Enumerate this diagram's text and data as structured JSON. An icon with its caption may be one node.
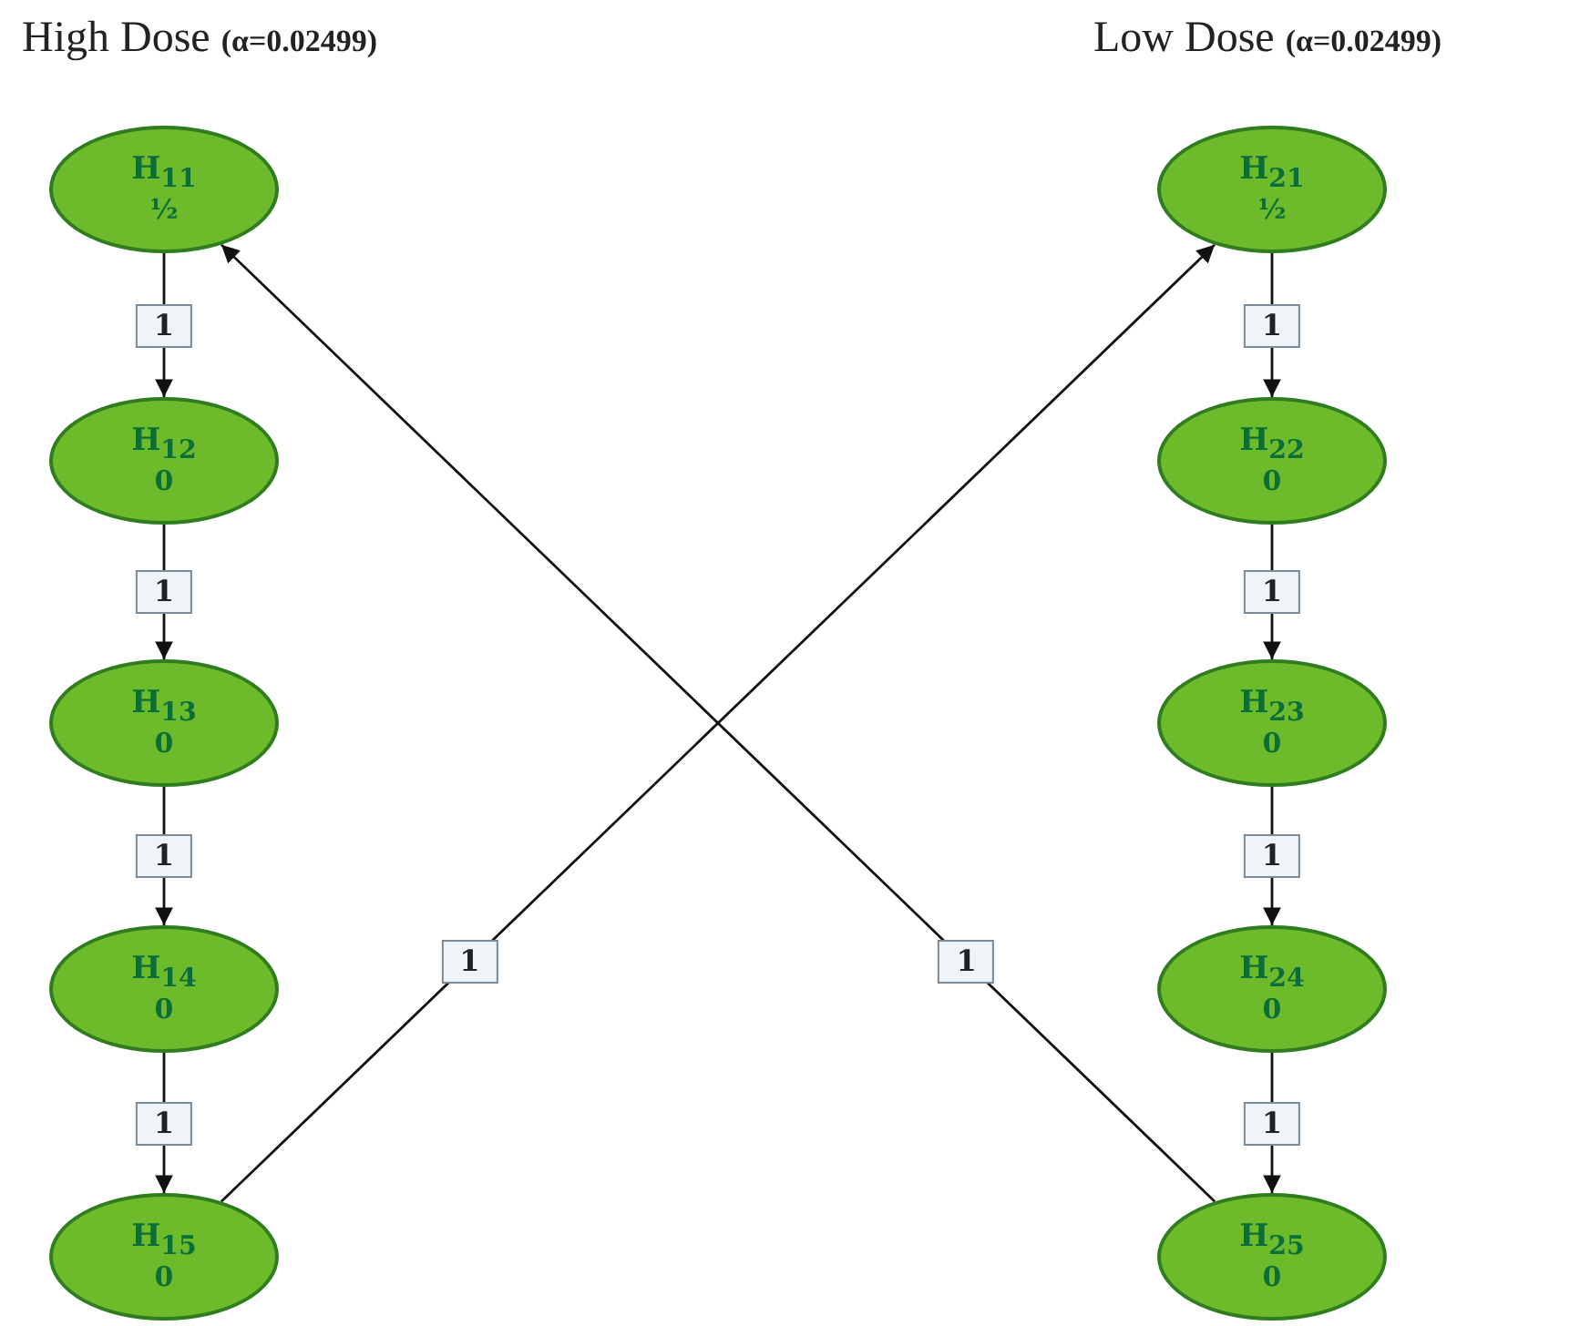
{
  "diagram": {
    "nodes": [
      {
        "text": [
          "H$_{11}$",
          "½"
        ]
      },
      {
        "text": [
          "H$_{12}$",
          "0"
        ]
      },
      {
        "text": [
          "H$_{13}$",
          "0"
        ]
      },
      {
        "text": [
          "H$_{14}$",
          "0"
        ]
      },
      {
        "text": [
          "H$_{15}$",
          "0"
        ]
      },
      {
        "text": [
          "H$_{21}$",
          "½"
        ]
      },
      {
        "text": [
          "H$_{22}$",
          "0"
        ]
      },
      {
        "text": [
          "H$_{23}$",
          "0"
        ]
      },
      {
        "text": [
          "H$_{24}$",
          "0"
        ]
      },
      {
        "text": [
          "H$_{25}$",
          "0"
        ]
      }
    ],
    "edges": [
      {
        "from": 0,
        "to": 1,
        "arrow": "to",
        "label": "1"
      },
      {
        "from": 1,
        "to": 2,
        "arrow": "to",
        "label": "1"
      },
      {
        "from": 2,
        "to": 3,
        "arrow": "to",
        "label": "1"
      },
      {
        "from": 3,
        "to": 4,
        "arrow": "to",
        "label": "1"
      },
      {
        "from": 5,
        "to": 6,
        "arrow": "to",
        "label": "1"
      },
      {
        "from": 6,
        "to": 7,
        "arrow": "to",
        "label": "1"
      },
      {
        "from": 7,
        "to": 8,
        "arrow": "to",
        "label": "1"
      },
      {
        "from": 8,
        "to": 9,
        "arrow": "to",
        "label": "1"
      },
      {
        "from": 4,
        "to": 5,
        "arrow": "to",
        "label": "1"
      },
      {
        "from": 9,
        "to": 0,
        "arrow": "to",
        "label": "1"
      }
    ],
    "labels": [
      "High Dose **(α=0.02499)**",
      "Low Dose **(α=0.02499)**"
    ]
  }
}
